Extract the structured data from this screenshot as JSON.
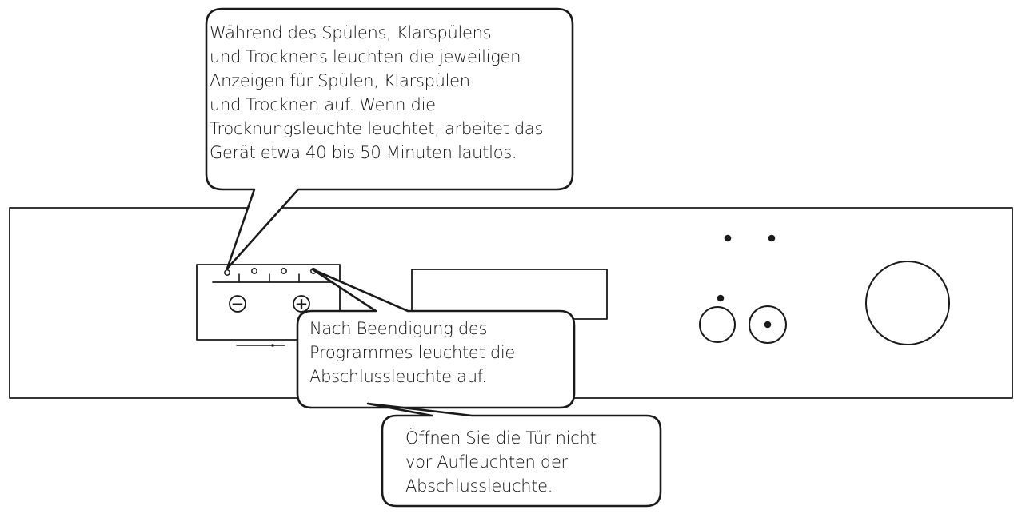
{
  "callouts": [
    {
      "id": "program-phase-indicators",
      "lines": [
        "Während des Spülens, Klarspülens",
        "und Trocknens leuchten die jeweiligen",
        "Anzeigen für Spülen, Klarspülen",
        "und Trocknen auf. Wenn die",
        "Trocknungsleuchte leuchtet, arbeitet das",
        "Gerät etwa 40 bis 50 Minuten lautlos."
      ]
    },
    {
      "id": "end-indicator",
      "lines": [
        "Nach Beendigung des",
        "Programmes leuchtet die",
        "Abschlussleuchte auf."
      ]
    },
    {
      "id": "door-warning",
      "lines": [
        "Öffnen Sie die Tür nicht",
        "vor Aufleuchten der",
        "Abschlussleuchte."
      ]
    }
  ],
  "panel": {
    "minus_symbol": "−",
    "plus_symbol": "+"
  },
  "colors": {
    "stroke": "#1a1a1a",
    "background": "#ffffff"
  }
}
